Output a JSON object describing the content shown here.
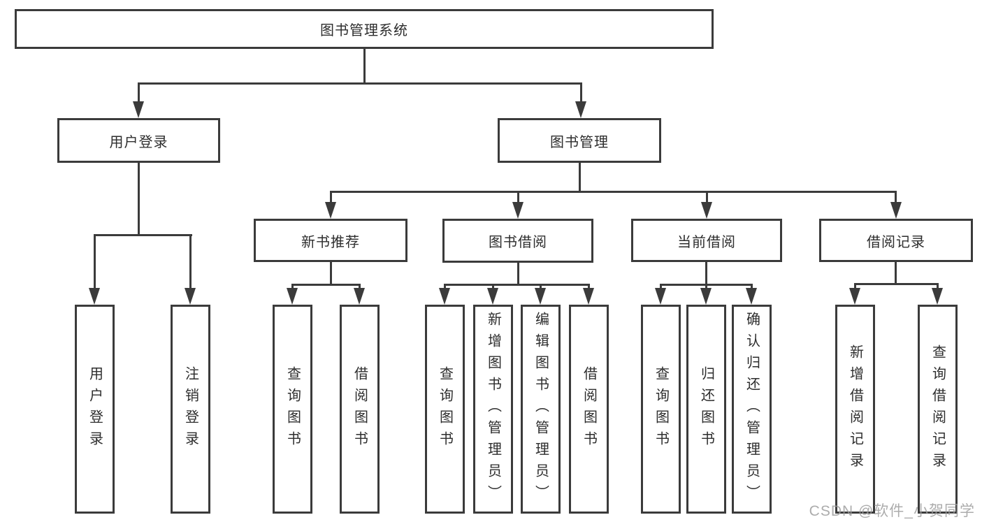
{
  "diagram": {
    "title": "图书管理系统",
    "line_color": "#3b3b3b",
    "root": {
      "label": "图书管理系统"
    },
    "level2": [
      {
        "label": "用户登录"
      },
      {
        "label": "图书管理"
      }
    ],
    "level3": [
      {
        "label": "新书推荐",
        "parent": "图书管理"
      },
      {
        "label": "图书借阅",
        "parent": "图书管理"
      },
      {
        "label": "当前借阅",
        "parent": "图书管理"
      },
      {
        "label": "借阅记录",
        "parent": "图书管理"
      }
    ],
    "leaves": [
      {
        "label": "用户登录",
        "parent": "用户登录"
      },
      {
        "label": "注销登录",
        "parent": "用户登录"
      },
      {
        "label": "查询图书",
        "parent": "新书推荐"
      },
      {
        "label": "借阅图书",
        "parent": "新书推荐"
      },
      {
        "label": "查询图书",
        "parent": "图书借阅"
      },
      {
        "label": "新增图书（管理员）",
        "parent": "图书借阅"
      },
      {
        "label": "编辑图书（管理员）",
        "parent": "图书借阅"
      },
      {
        "label": "借阅图书",
        "parent": "图书借阅"
      },
      {
        "label": "查询图书",
        "parent": "当前借阅"
      },
      {
        "label": "归还图书",
        "parent": "当前借阅"
      },
      {
        "label": "确认归还（管理员）",
        "parent": "当前借阅"
      },
      {
        "label": "新增借阅记录",
        "parent": "借阅记录"
      },
      {
        "label": "查询借阅记录",
        "parent": "借阅记录"
      }
    ]
  },
  "watermark": {
    "text": "CSDN @软件_小贺同学"
  }
}
